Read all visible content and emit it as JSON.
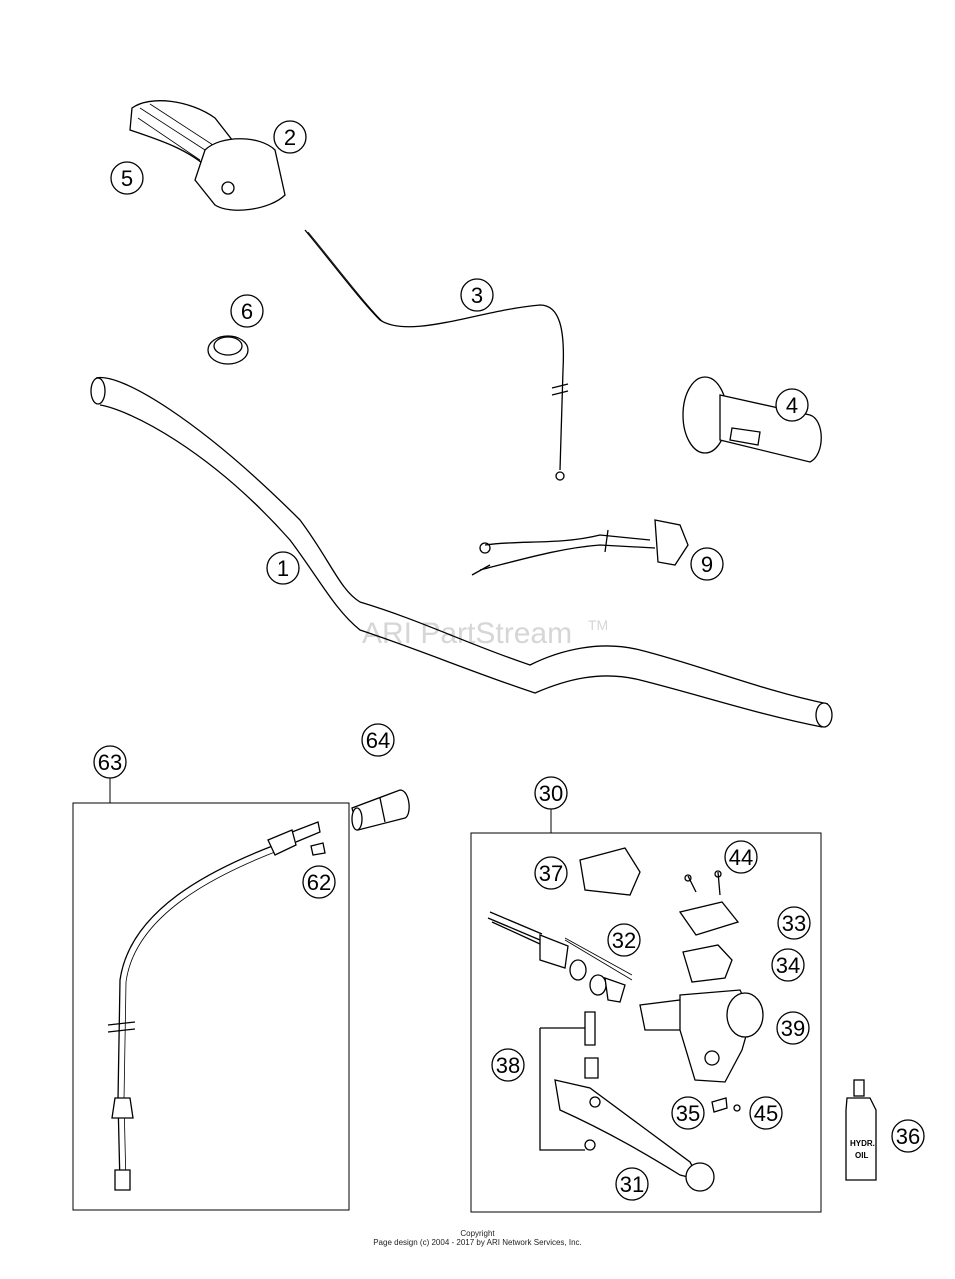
{
  "watermark": {
    "text": "ARI PartStream",
    "mark": "TM"
  },
  "callouts": [
    "1",
    "2",
    "3",
    "4",
    "5",
    "6",
    "9",
    "30",
    "31",
    "32",
    "33",
    "34",
    "35",
    "36",
    "37",
    "38",
    "39",
    "44",
    "45",
    "62",
    "63",
    "64"
  ],
  "labels": {
    "oil_bottle_line1": "HYDR.",
    "oil_bottle_line2": "OIL"
  },
  "footer": {
    "line1": "Copyright",
    "line2": "Page design (c) 2004 - 2017 by ARI Network Services, Inc."
  }
}
